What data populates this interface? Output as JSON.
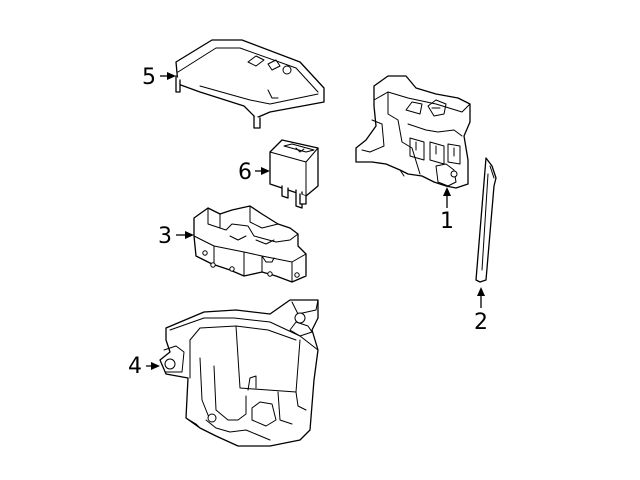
{
  "diagram": {
    "callouts": [
      {
        "id": "1",
        "label": "1"
      },
      {
        "id": "2",
        "label": "2"
      },
      {
        "id": "3",
        "label": "3"
      },
      {
        "id": "4",
        "label": "4"
      },
      {
        "id": "5",
        "label": "5"
      },
      {
        "id": "6",
        "label": "6"
      }
    ]
  },
  "colors": {
    "line": "#000000",
    "background": "#ffffff"
  }
}
